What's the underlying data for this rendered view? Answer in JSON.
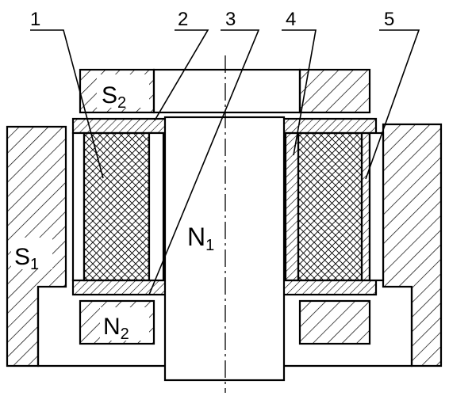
{
  "callouts": [
    {
      "label": "1"
    },
    {
      "label": "2"
    },
    {
      "label": "3"
    },
    {
      "label": "4"
    },
    {
      "label": "5"
    }
  ],
  "regions": {
    "s1": {
      "base": "S",
      "sub": "1"
    },
    "s2": {
      "base": "S",
      "sub": "2"
    },
    "n1": {
      "base": "N",
      "sub": "1"
    },
    "n2": {
      "base": "N",
      "sub": "2"
    }
  }
}
